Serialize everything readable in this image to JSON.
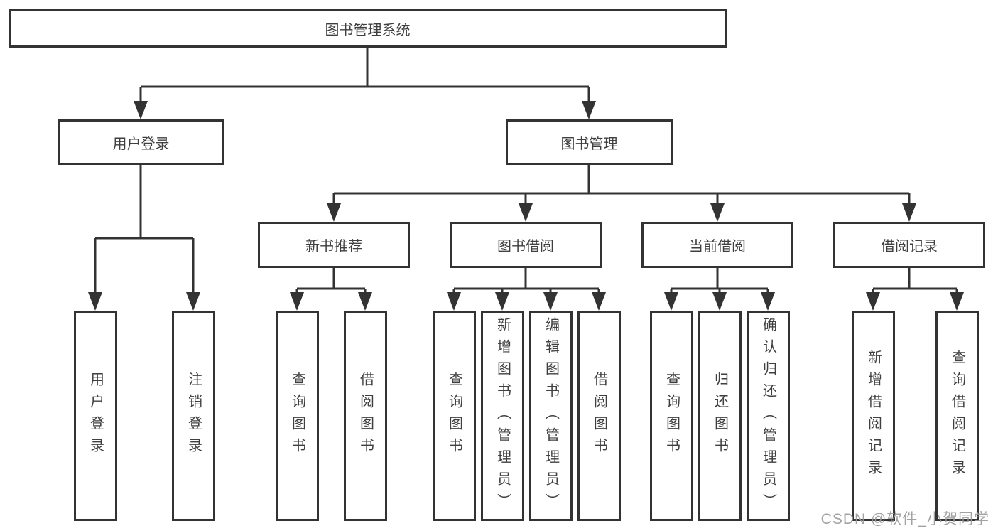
{
  "diagram": {
    "title": "图书管理系统",
    "level2": [
      {
        "label": "用户登录"
      },
      {
        "label": "图书管理"
      }
    ],
    "level3": [
      {
        "label": "新书推荐"
      },
      {
        "label": "图书借阅"
      },
      {
        "label": "当前借阅"
      },
      {
        "label": "借阅记录"
      }
    ],
    "leaves": [
      {
        "label": "用户登录"
      },
      {
        "label": "注销登录"
      },
      {
        "label": "查询图书"
      },
      {
        "label": "借阅图书"
      },
      {
        "label": "查询图书"
      },
      {
        "label": "新增图书（管理员）"
      },
      {
        "label": "编辑图书（管理员）"
      },
      {
        "label": "借阅图书"
      },
      {
        "label": "查询图书"
      },
      {
        "label": "归还图书"
      },
      {
        "label": "确认归还（管理员）"
      },
      {
        "label": "新增借阅记录"
      },
      {
        "label": "查询借阅记录"
      }
    ]
  },
  "watermark": {
    "text": "CSDN @软件_小贺同学"
  },
  "colors": {
    "line": "#333333",
    "text": "#3f3f3f",
    "background": "#ffffff",
    "watermark": "#9b9b9b"
  }
}
